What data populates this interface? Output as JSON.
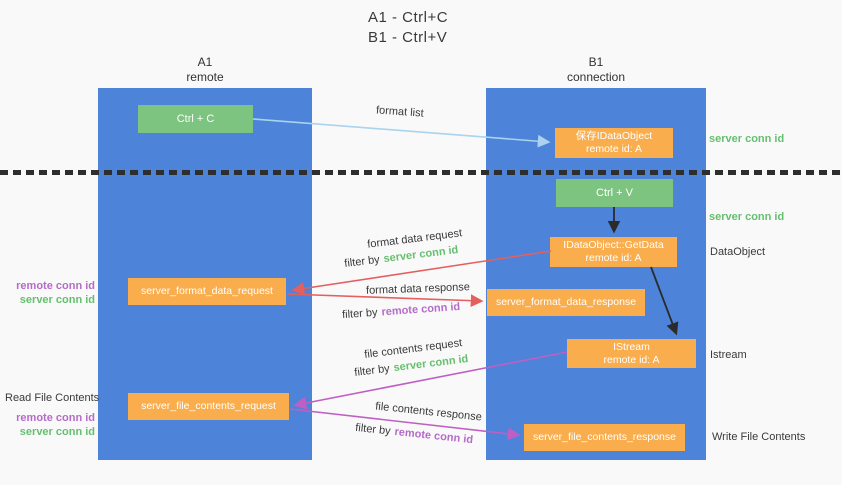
{
  "title": {
    "line1": "A1 - Ctrl+C",
    "line2": "B1 - Ctrl+V"
  },
  "columns": {
    "a": {
      "id": "A1",
      "role": "remote"
    },
    "b": {
      "id": "B1",
      "role": "connection"
    }
  },
  "nodes": {
    "ctrl_c": {
      "label": "Ctrl + C"
    },
    "ctrl_v": {
      "label": "Ctrl + V"
    },
    "save_idataobject": {
      "line1": "保存IDataObject",
      "line2": "remote id: A"
    },
    "idataobject_getdata": {
      "line1": "IDataObject::GetData",
      "line2": "remote id: A"
    },
    "istream": {
      "line1": "IStream",
      "line2": "remote id: A"
    },
    "server_format_data_request": {
      "label": "server_format_data_request"
    },
    "server_format_data_response": {
      "label": "server_format_data_response"
    },
    "server_file_contents_request": {
      "label": "server_file_contents_request"
    },
    "server_file_contents_response": {
      "label": "server_file_contents_response"
    }
  },
  "edge_labels": {
    "format_list": "format list",
    "format_data_request": "format data request",
    "format_data_request_filter": {
      "prefix": "filter by",
      "key": "server conn id"
    },
    "format_data_response": "format data response",
    "format_data_response_filter": {
      "prefix": "filter by",
      "key": "remote conn id"
    },
    "file_contents_request": "file contents request",
    "file_contents_request_filter": {
      "prefix": "filter by",
      "key": "server conn id"
    },
    "file_contents_response": "file contents response",
    "file_contents_response_filter": {
      "prefix": "filter by",
      "key": "remote conn id"
    }
  },
  "side_labels": {
    "right_server_conn_id_top": "server conn id",
    "right_server_conn_id_mid": "server conn id",
    "right_dataobject": "DataObject",
    "right_istream": "Istream",
    "right_write_file_contents": "Write File Contents",
    "left_remote_conn_id_format": "remote conn id",
    "left_server_conn_id_format": "server conn id",
    "left_read_file_contents": "Read File Contents",
    "left_remote_conn_id_file": "remote conn id",
    "left_server_conn_id_file": "server conn id"
  },
  "colors": {
    "column_blue": "#4d83d8",
    "node_green": "#7cc47f",
    "node_orange": "#f9ad4c",
    "green_text": "#66bf6f",
    "purple_text": "#b56cc8",
    "red_arrow": "#e4605e",
    "magenta_arrow": "#c05fc3",
    "light_blue_arrow": "#a9d3ee",
    "black_arrow": "#2b2b2b",
    "dashed_line": "#2e2e2e"
  }
}
